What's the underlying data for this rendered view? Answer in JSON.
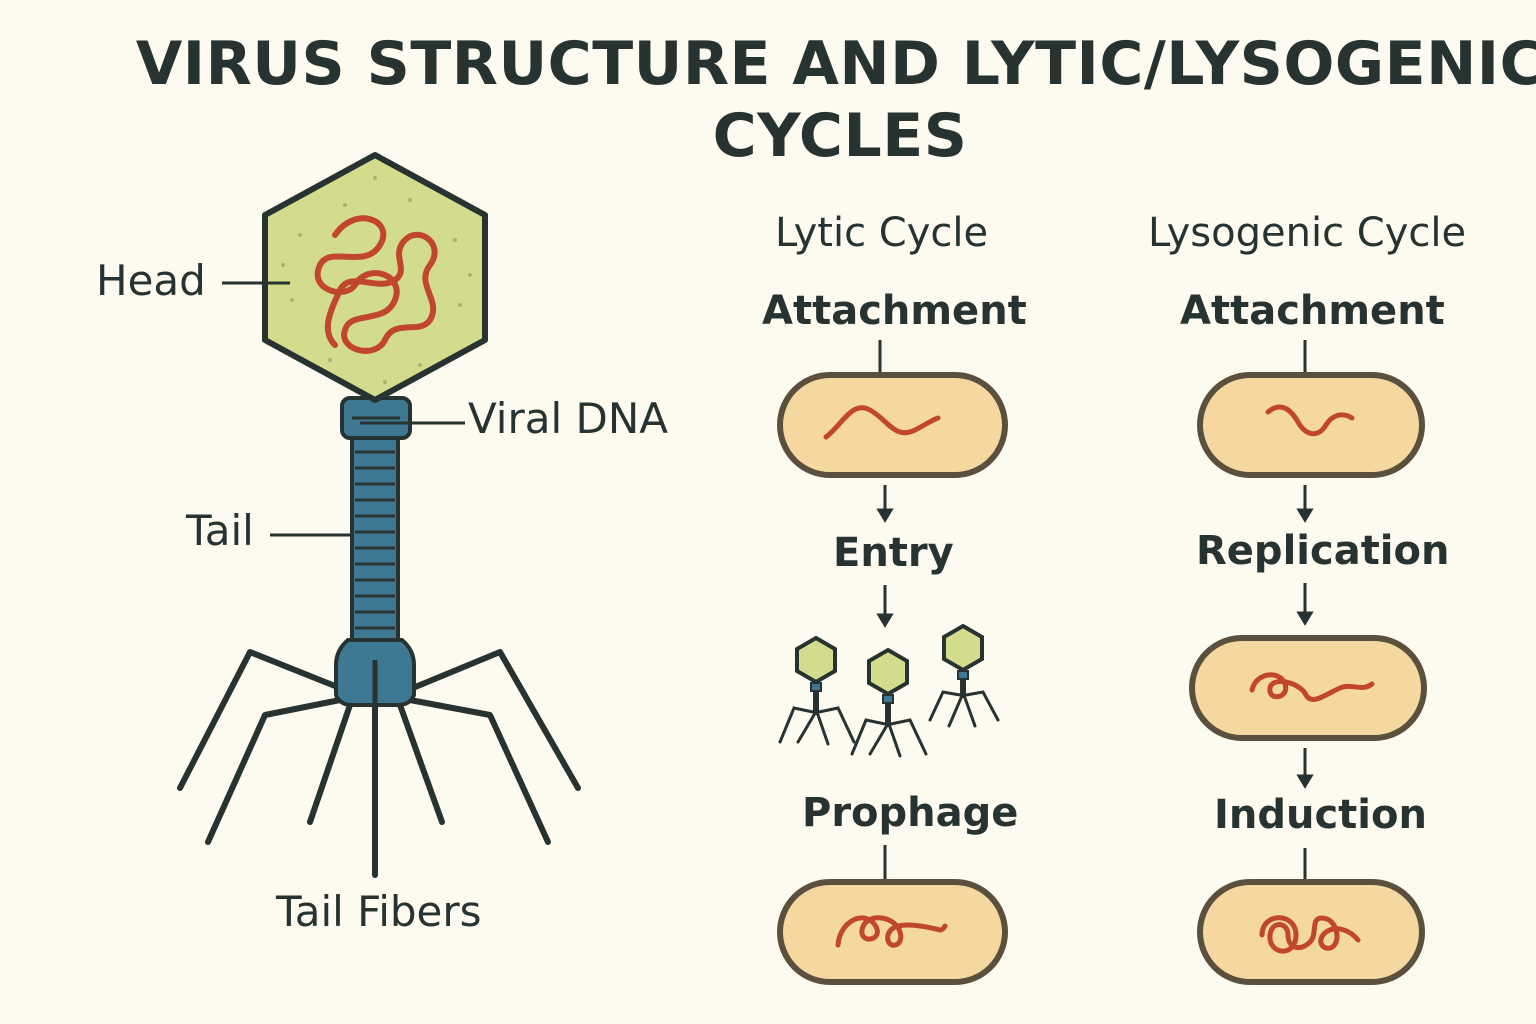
{
  "title": "VIRUS STRUCTURE AND LYTIC/LYSOGENIC CYCLES",
  "structure": {
    "head": "Head",
    "viral_dna": "Viral DNA",
    "tail": "Tail",
    "tail_fibers": "Tail Fibers"
  },
  "lytic": {
    "heading": "Lytic Cycle",
    "steps": [
      "Attachment",
      "Entry",
      "Prophage"
    ]
  },
  "lysogenic": {
    "heading": "Lysogenic Cycle",
    "steps": [
      "Attachment",
      "Replication",
      "Induction"
    ]
  },
  "colors": {
    "background": "#fdfaf0",
    "capsid": "#d3dc8c",
    "dna": "#c0472d",
    "tail": "#3f7893",
    "cell": "#f5d8a0",
    "outline": "#263330"
  }
}
